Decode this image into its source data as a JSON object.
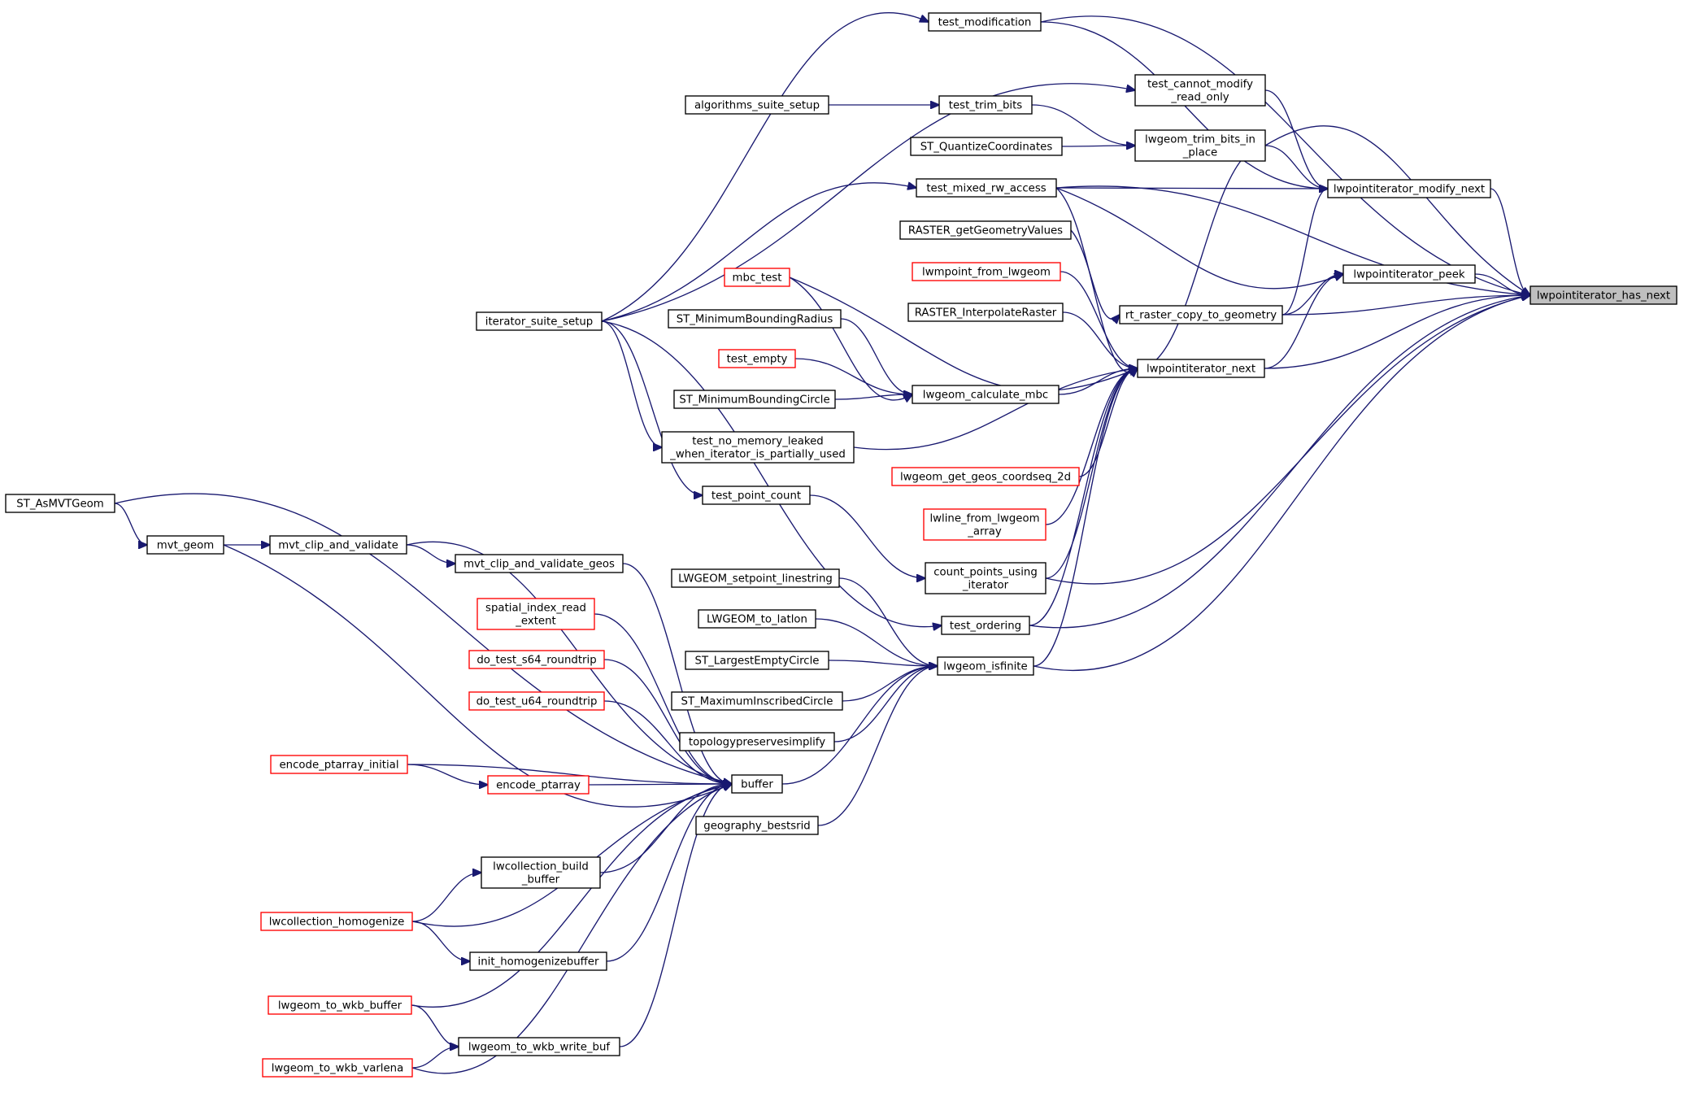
{
  "graph": {
    "colors": {
      "edge": "#191970",
      "node_border": "#000000",
      "node_border_incomplete": "#ff0000",
      "root_fill": "#bfbfbf",
      "background": "#ffffff"
    },
    "nodes": [
      {
        "id": "has_next",
        "lines": [
          "lwpointiterator_has_next"
        ],
        "style": "root"
      },
      {
        "id": "test_modification",
        "lines": [
          "test_modification"
        ],
        "style": "normal"
      },
      {
        "id": "test_cannot_modify",
        "lines": [
          "test_cannot_modify",
          "_read_only"
        ],
        "style": "normal"
      },
      {
        "id": "algorithms_suite_setup",
        "lines": [
          "algorithms_suite_setup"
        ],
        "style": "normal"
      },
      {
        "id": "test_trim_bits",
        "lines": [
          "test_trim_bits"
        ],
        "style": "normal"
      },
      {
        "id": "st_quantize",
        "lines": [
          "ST_QuantizeCoordinates"
        ],
        "style": "normal"
      },
      {
        "id": "trim_bits_in_place",
        "lines": [
          "lwgeom_trim_bits_in",
          "_place"
        ],
        "style": "normal"
      },
      {
        "id": "test_mixed_rw",
        "lines": [
          "test_mixed_rw_access"
        ],
        "style": "normal"
      },
      {
        "id": "modify_next",
        "lines": [
          "lwpointiterator_modify_next"
        ],
        "style": "normal"
      },
      {
        "id": "raster_getgeomvals",
        "lines": [
          "RASTER_getGeometryValues"
        ],
        "style": "normal"
      },
      {
        "id": "peek",
        "lines": [
          "lwpointiterator_peek"
        ],
        "style": "normal"
      },
      {
        "id": "lwmpoint_from_lwgeom",
        "lines": [
          "lwmpoint_from_lwgeom"
        ],
        "style": "incomplete"
      },
      {
        "id": "mbc_test",
        "lines": [
          "mbc_test"
        ],
        "style": "incomplete"
      },
      {
        "id": "iterator_suite_setup",
        "lines": [
          "iterator_suite_setup"
        ],
        "style": "normal"
      },
      {
        "id": "raster_interpolate",
        "lines": [
          "RASTER_InterpolateRaster"
        ],
        "style": "normal"
      },
      {
        "id": "rt_raster_copy",
        "lines": [
          "rt_raster_copy_to_geometry"
        ],
        "style": "normal"
      },
      {
        "id": "st_min_bounding_radius",
        "lines": [
          "ST_MinimumBoundingRadius"
        ],
        "style": "normal"
      },
      {
        "id": "test_empty",
        "lines": [
          "test_empty"
        ],
        "style": "incomplete"
      },
      {
        "id": "iterator_next",
        "lines": [
          "lwpointiterator_next"
        ],
        "style": "normal"
      },
      {
        "id": "st_min_bounding_circle",
        "lines": [
          "ST_MinimumBoundingCircle"
        ],
        "style": "normal"
      },
      {
        "id": "calculate_mbc",
        "lines": [
          "lwgeom_calculate_mbc"
        ],
        "style": "normal"
      },
      {
        "id": "test_no_memory_leaked",
        "lines": [
          "test_no_memory_leaked",
          "_when_iterator_is_partially_used"
        ],
        "style": "normal"
      },
      {
        "id": "geos_coordseq",
        "lines": [
          "lwgeom_get_geos_coordseq_2d"
        ],
        "style": "incomplete"
      },
      {
        "id": "st_asmvtgeom",
        "lines": [
          "ST_AsMVTGeom"
        ],
        "style": "normal"
      },
      {
        "id": "test_point_count",
        "lines": [
          "test_point_count"
        ],
        "style": "normal"
      },
      {
        "id": "lwline_from_array",
        "lines": [
          "lwline_from_lwgeom",
          "_array"
        ],
        "style": "incomplete"
      },
      {
        "id": "mvt_geom",
        "lines": [
          "mvt_geom"
        ],
        "style": "normal"
      },
      {
        "id": "mvt_clip_validate",
        "lines": [
          "mvt_clip_and_validate"
        ],
        "style": "normal"
      },
      {
        "id": "mvt_clip_validate_geos",
        "lines": [
          "mvt_clip_and_validate_geos"
        ],
        "style": "normal"
      },
      {
        "id": "count_points_iter",
        "lines": [
          "count_points_using",
          "_iterator"
        ],
        "style": "normal"
      },
      {
        "id": "setpoint_linestring",
        "lines": [
          "LWGEOM_setpoint_linestring"
        ],
        "style": "normal"
      },
      {
        "id": "spatial_index_read",
        "lines": [
          "spatial_index_read",
          "_extent"
        ],
        "style": "incomplete"
      },
      {
        "id": "lwgeom_to_latlon",
        "lines": [
          "LWGEOM_to_latlon"
        ],
        "style": "normal"
      },
      {
        "id": "test_ordering",
        "lines": [
          "test_ordering"
        ],
        "style": "normal"
      },
      {
        "id": "s64_roundtrip",
        "lines": [
          "do_test_s64_roundtrip"
        ],
        "style": "incomplete"
      },
      {
        "id": "st_largest_empty",
        "lines": [
          "ST_LargestEmptyCircle"
        ],
        "style": "normal"
      },
      {
        "id": "isfinite",
        "lines": [
          "lwgeom_isfinite"
        ],
        "style": "normal"
      },
      {
        "id": "u64_roundtrip",
        "lines": [
          "do_test_u64_roundtrip"
        ],
        "style": "incomplete"
      },
      {
        "id": "st_max_inscribed",
        "lines": [
          "ST_MaximumInscribedCircle"
        ],
        "style": "normal"
      },
      {
        "id": "topology_simplify",
        "lines": [
          "topologypreservesimplify"
        ],
        "style": "normal"
      },
      {
        "id": "encode_ptarray_initial",
        "lines": [
          "encode_ptarray_initial"
        ],
        "style": "incomplete"
      },
      {
        "id": "encode_ptarray",
        "lines": [
          "encode_ptarray"
        ],
        "style": "incomplete"
      },
      {
        "id": "buffer",
        "lines": [
          "buffer"
        ],
        "style": "normal"
      },
      {
        "id": "geography_bestsrid",
        "lines": [
          "geography_bestsrid"
        ],
        "style": "normal"
      },
      {
        "id": "collection_build_buffer",
        "lines": [
          "lwcollection_build",
          "_buffer"
        ],
        "style": "normal"
      },
      {
        "id": "collection_homogenize",
        "lines": [
          "lwcollection_homogenize"
        ],
        "style": "incomplete"
      },
      {
        "id": "init_homogenizebuffer",
        "lines": [
          "init_homogenizebuffer"
        ],
        "style": "normal"
      },
      {
        "id": "wkb_buffer",
        "lines": [
          "lwgeom_to_wkb_buffer"
        ],
        "style": "incomplete"
      },
      {
        "id": "wkb_write_buf",
        "lines": [
          "lwgeom_to_wkb_write_buf"
        ],
        "style": "normal"
      },
      {
        "id": "wkb_varlena",
        "lines": [
          "lwgeom_to_wkb_varlena"
        ],
        "style": "incomplete"
      }
    ]
  }
}
